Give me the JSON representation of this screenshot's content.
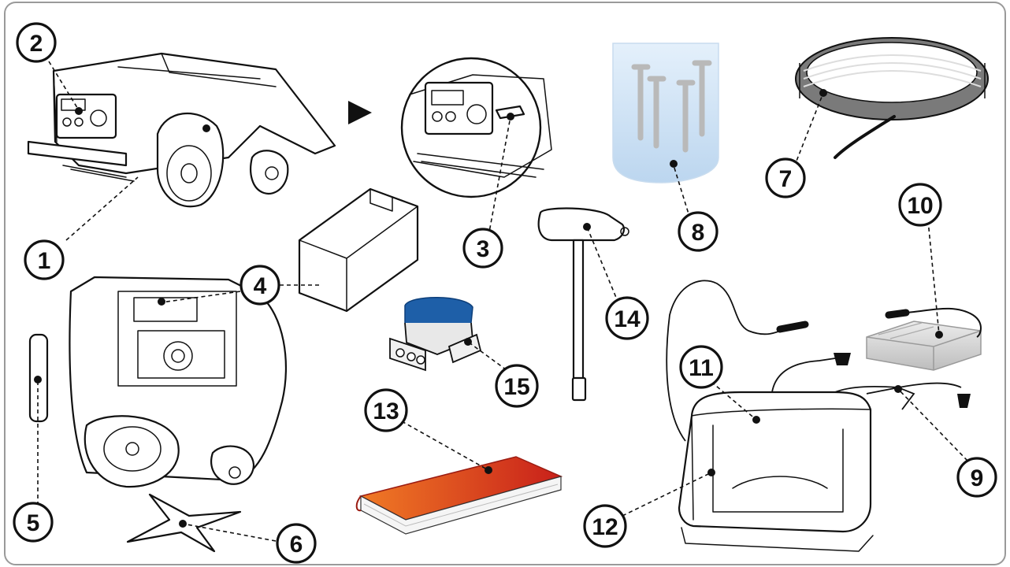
{
  "callouts": [
    {
      "id": "1",
      "label": "1"
    },
    {
      "id": "2",
      "label": "2"
    },
    {
      "id": "3",
      "label": "3"
    },
    {
      "id": "4",
      "label": "4"
    },
    {
      "id": "5",
      "label": "5"
    },
    {
      "id": "6",
      "label": "6"
    },
    {
      "id": "7",
      "label": "7"
    },
    {
      "id": "8",
      "label": "8"
    },
    {
      "id": "9",
      "label": "9"
    },
    {
      "id": "10",
      "label": "10"
    },
    {
      "id": "11",
      "label": "11"
    },
    {
      "id": "12",
      "label": "12"
    },
    {
      "id": "13",
      "label": "13"
    },
    {
      "id": "14",
      "label": "14"
    },
    {
      "id": "15",
      "label": "15"
    }
  ],
  "colors": {
    "frame": "#9a9a9a",
    "ink": "#111111",
    "manual_cover": "#d9301b",
    "manual_cover_light": "#f06a2a",
    "connector_cap": "#1e5fa8",
    "bag": "#cfe3f5",
    "cable_coil": "#7a7a7a",
    "charger": "#d8d8d8"
  },
  "icons": {
    "arrow": "play-arrow-icon"
  }
}
